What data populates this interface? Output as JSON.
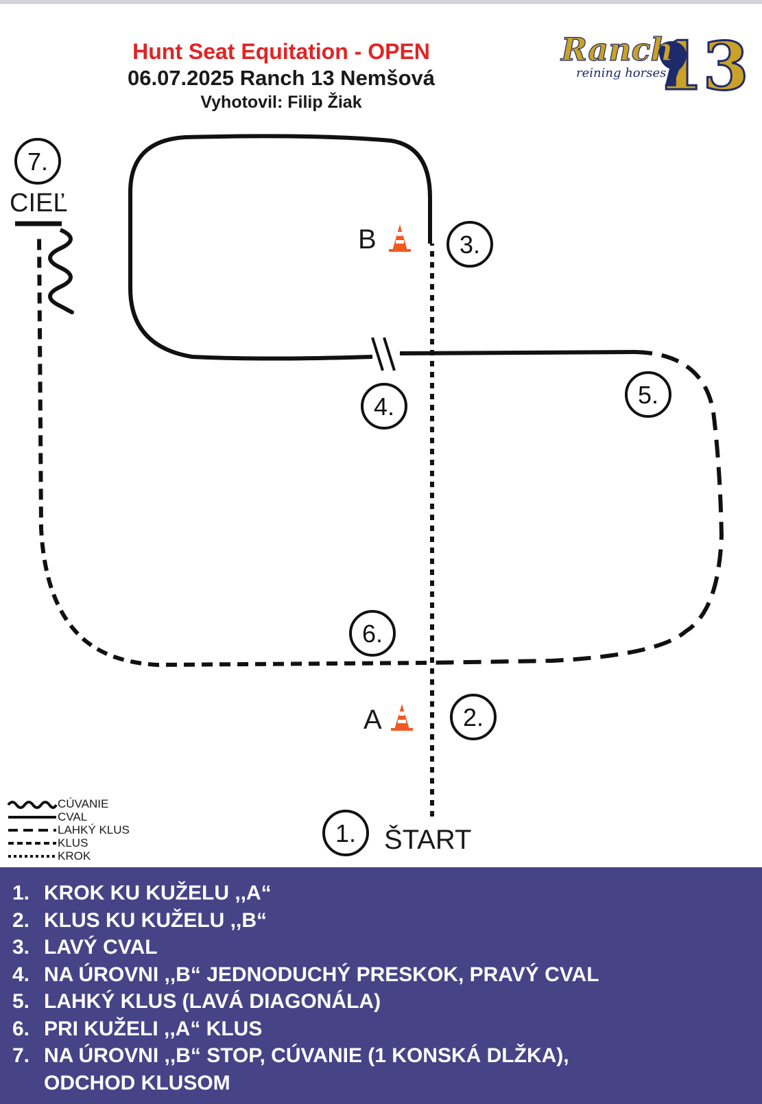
{
  "header": {
    "title": "Hunt Seat Equitation - OPEN",
    "subtitle": "06.07.2025 Ranch 13 Nemšová",
    "author": "Vyhotovil: Filip Žiak"
  },
  "logo": {
    "brand": "Ranch",
    "number": "13",
    "tagline": "reining horses"
  },
  "course": {
    "markers": [
      "1.",
      "2.",
      "3.",
      "4.",
      "5.",
      "6.",
      "7."
    ],
    "start_label": "ŠTART",
    "finish_label": "CIEĽ",
    "cone_a": "A",
    "cone_b": "B"
  },
  "legend": [
    {
      "pattern": "wave",
      "label": "CÚVANIE"
    },
    {
      "pattern": "solid",
      "label": "CVAL"
    },
    {
      "pattern": "long-dash",
      "label": "LAHKÝ KLUS"
    },
    {
      "pattern": "short-dash",
      "label": "KLUS"
    },
    {
      "pattern": "dots",
      "label": "KROK"
    }
  ],
  "steps": [
    {
      "num": "1.",
      "text": "KROK KU KUŽELU ,,A“"
    },
    {
      "num": "2.",
      "text": "KLUS KU KUŽELU ,,B“"
    },
    {
      "num": "3.",
      "text": "LAVÝ CVAL"
    },
    {
      "num": "4.",
      "text": "NA ÚROVNI ,,B“ JEDNODUCHÝ PRESKOK, PRAVÝ CVAL"
    },
    {
      "num": "5.",
      "text": "LAHKÝ KLUS (LAVÁ DIAGONÁLA)"
    },
    {
      "num": "6.",
      "text": "PRI KUŽELI ,,A“ KLUS"
    },
    {
      "num": "7.",
      "text": "NA ÚROVNI ,,B“ STOP, CÚVANIE (1 KONSKÁ DLŽKA),"
    },
    {
      "num": "",
      "text": "ODCHOD KLUSOM"
    }
  ],
  "colors": {
    "title": "#e02424",
    "panel": "#464387",
    "cone": "#f05a22",
    "logo_gold": "#c9a227",
    "logo_navy": "#1f2a6b"
  }
}
